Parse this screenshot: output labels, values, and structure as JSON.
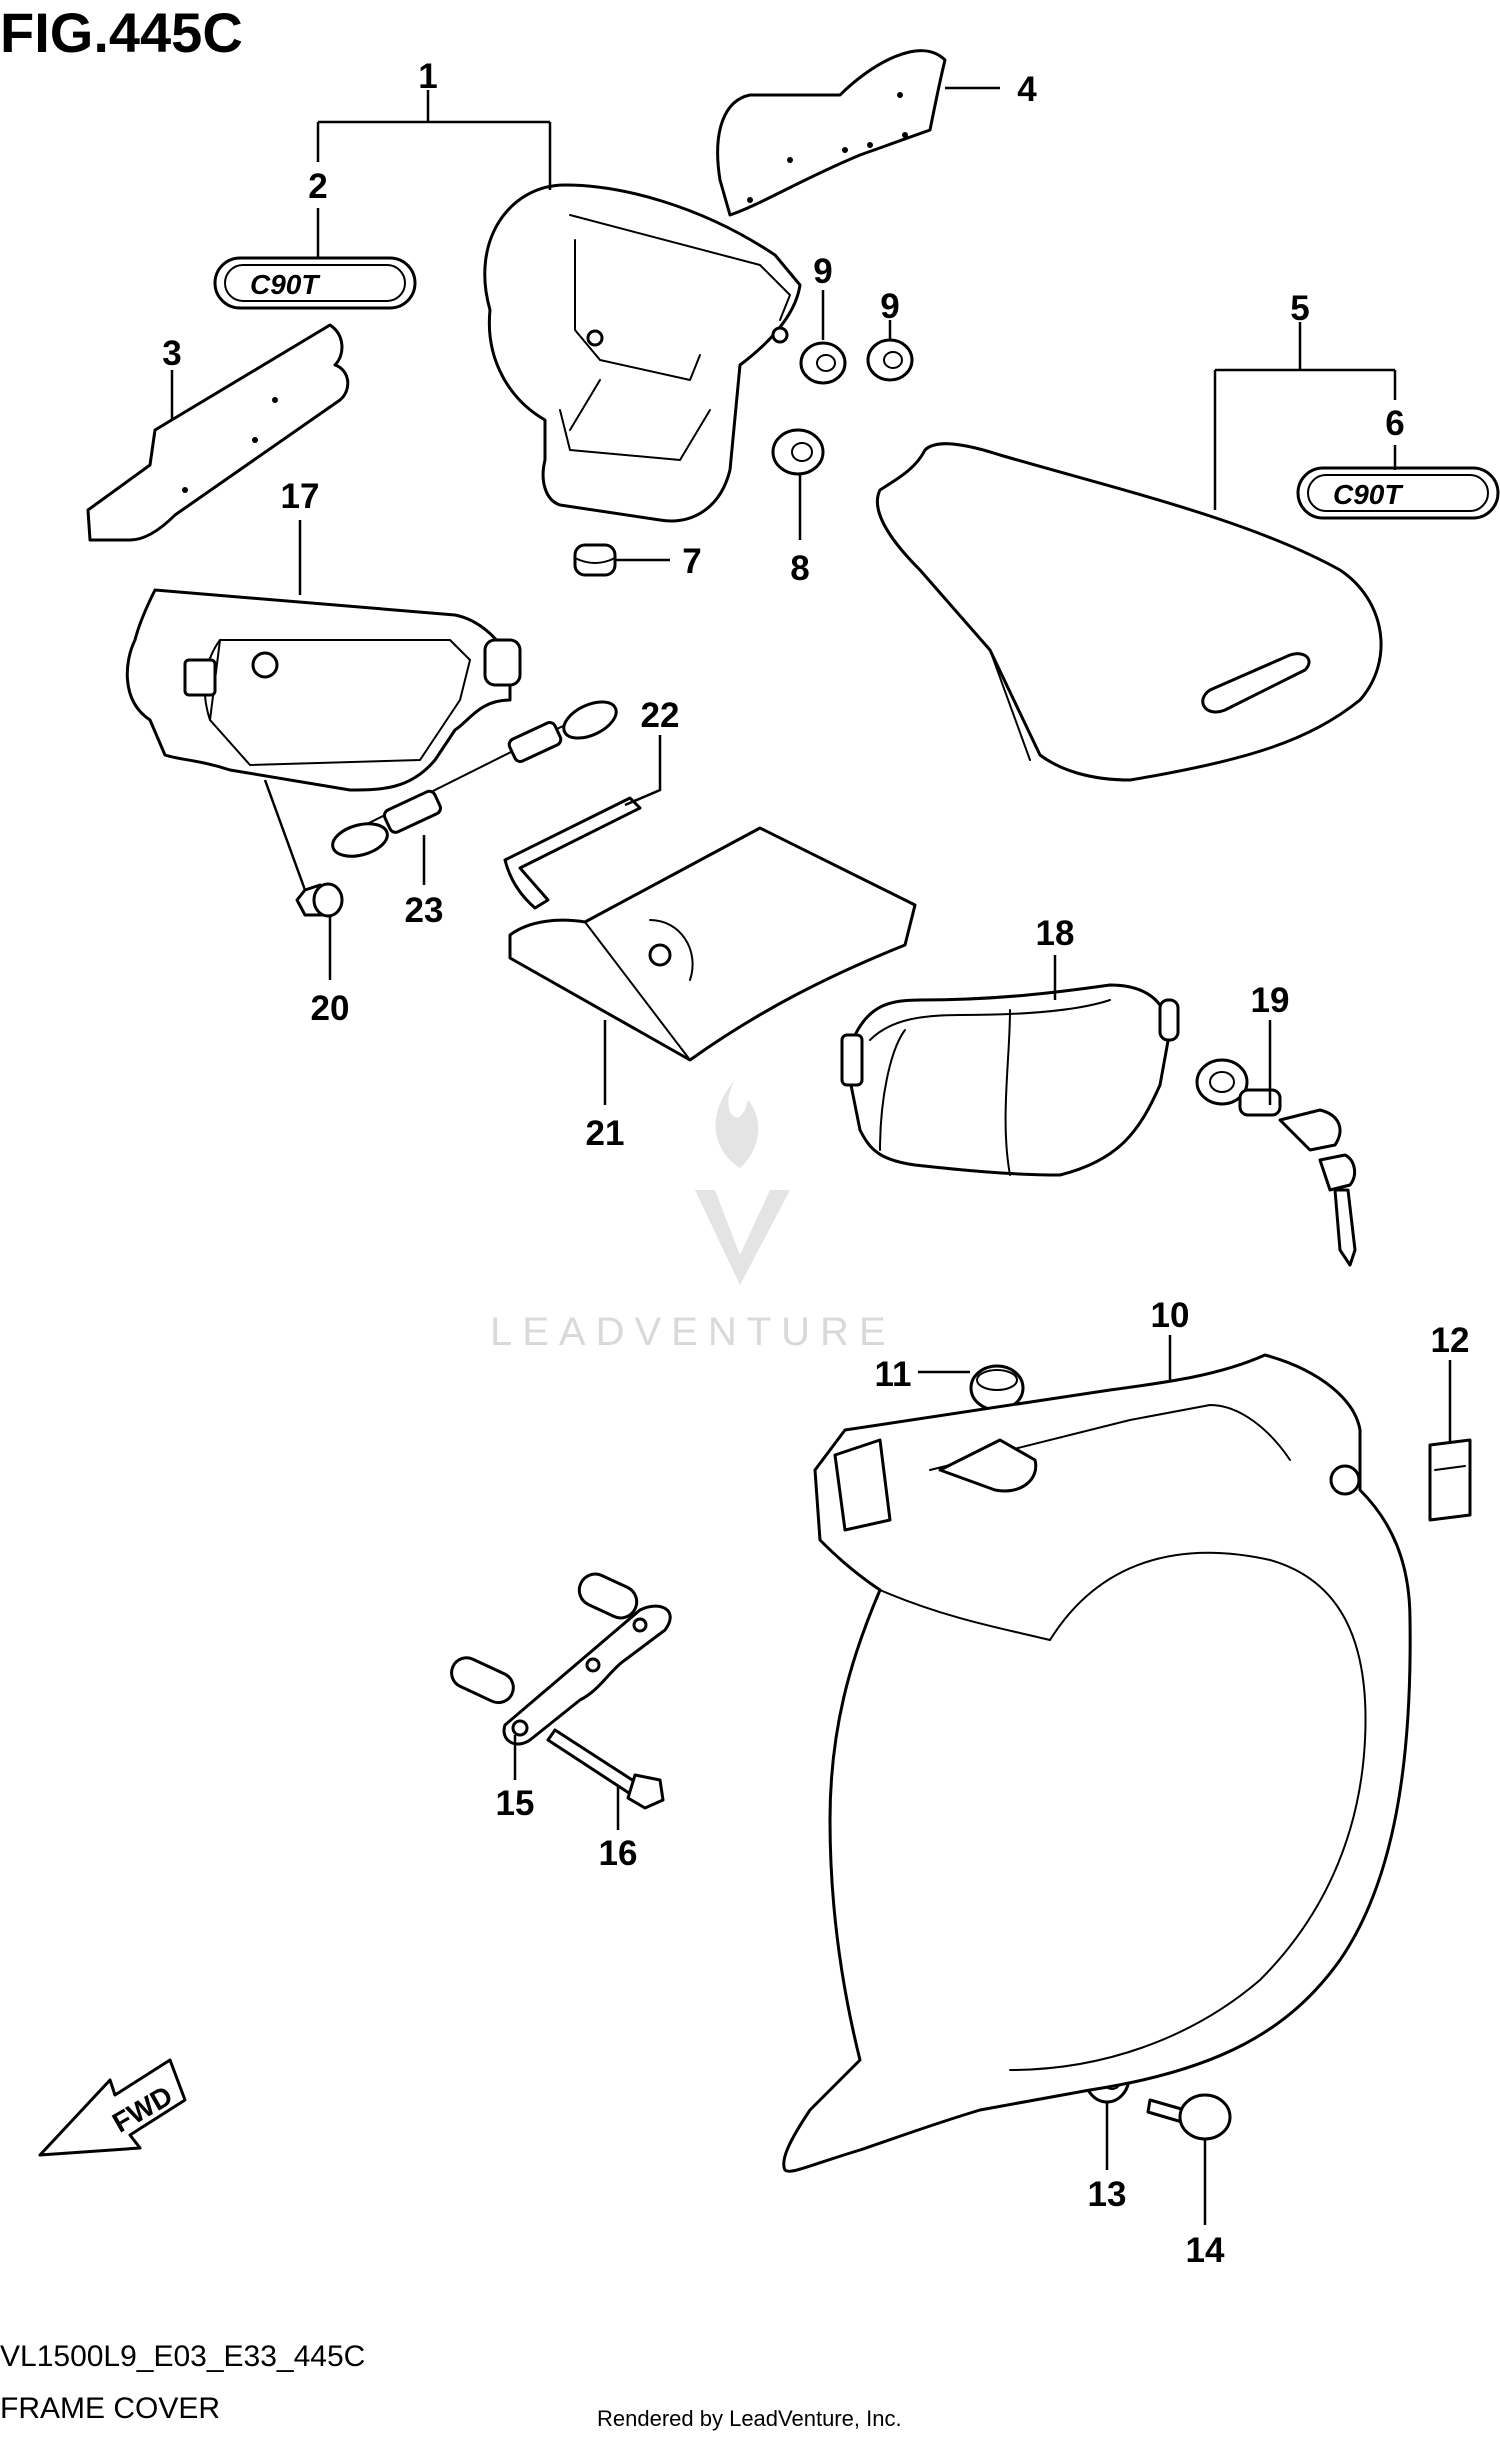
{
  "figure": {
    "title": "FIG.445C",
    "model_code": "VL1500L9_E03_E33_445C",
    "section_name": "FRAME COVER",
    "credit": "Rendered by LeadVenture, Inc.",
    "watermark": "LEADVENTURE",
    "fwd_label": "FWD"
  },
  "badge_text": "C90T",
  "callouts": [
    "1",
    "2",
    "3",
    "4",
    "5",
    "6",
    "7",
    "8",
    "9",
    "9",
    "10",
    "11",
    "12",
    "13",
    "14",
    "15",
    "16",
    "17",
    "18",
    "19",
    "20",
    "21",
    "22",
    "23"
  ]
}
